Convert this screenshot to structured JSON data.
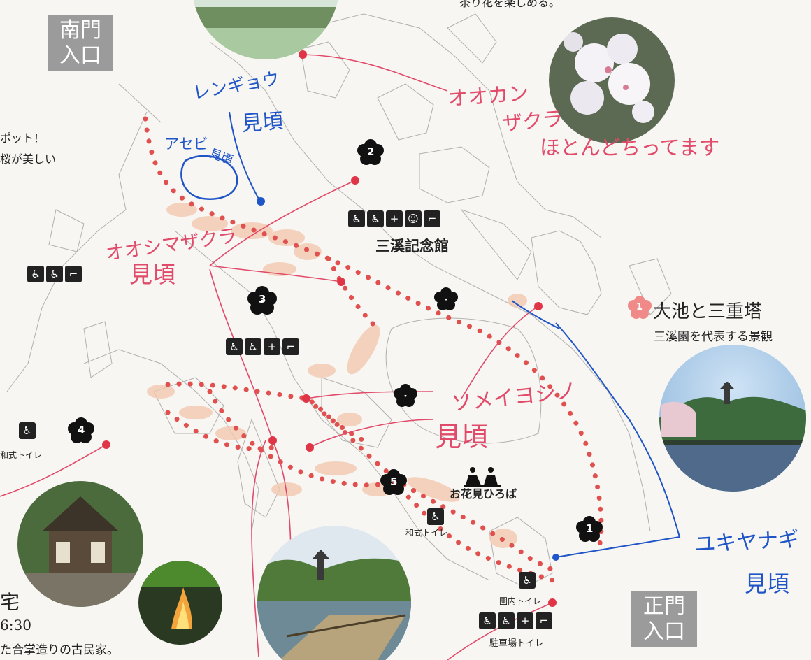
{
  "map": {
    "gates": {
      "south": [
        "南門",
        "入口"
      ],
      "main": [
        "正門",
        "入口"
      ]
    },
    "numbered_markers": [
      "1",
      "2",
      "3",
      "4",
      "5"
    ],
    "landmarks": {
      "sankei_memorial": "三溪記念館",
      "ohanami_plaza": "お花見ひろば"
    },
    "spot_1": {
      "number": "1",
      "title": "大池と三重塔",
      "desc": "三溪園を代表する景観"
    },
    "left_fragments": {
      "line1": "ポット！",
      "line2": "桜が美しい",
      "house_title": "宅",
      "house_time": "6:30",
      "house_desc": "た合掌造りの古民家。"
    },
    "top_fragment": "茶り花を楽しめる。",
    "toilets": {
      "japanese_left": "和式トイレ",
      "japanese_center": "和式トイレ",
      "in_park": "園内トイレ",
      "parking": "駐車場トイレ"
    },
    "annotations": {
      "rengyo": [
        "レンギョウ",
        "見頃"
      ],
      "asebi": [
        "アセビ",
        "見頃"
      ],
      "okanzakura": [
        "オオカン",
        "ザクラ",
        "ほとんどちってます"
      ],
      "oshimazakura": [
        "オオシマザクラ",
        "見頃"
      ],
      "someiyoshino": [
        "ソメイヨシノ",
        "見頃"
      ],
      "yukiyanagi": [
        "ユキヤナギ",
        "見頃"
      ]
    },
    "colors": {
      "gate": "#9b9b9b",
      "route_dots": "#e0504f",
      "blue_ink": "#1f55c7",
      "red_ink": "#e24a6a",
      "sakura_pink": "#f08a88"
    },
    "icons": [
      "toilet-icon",
      "wheelchair-icon",
      "ostomate-icon",
      "baby-changing-icon",
      "washbasin-icon",
      "sakura-marker-icon",
      "picnic-icon"
    ]
  }
}
